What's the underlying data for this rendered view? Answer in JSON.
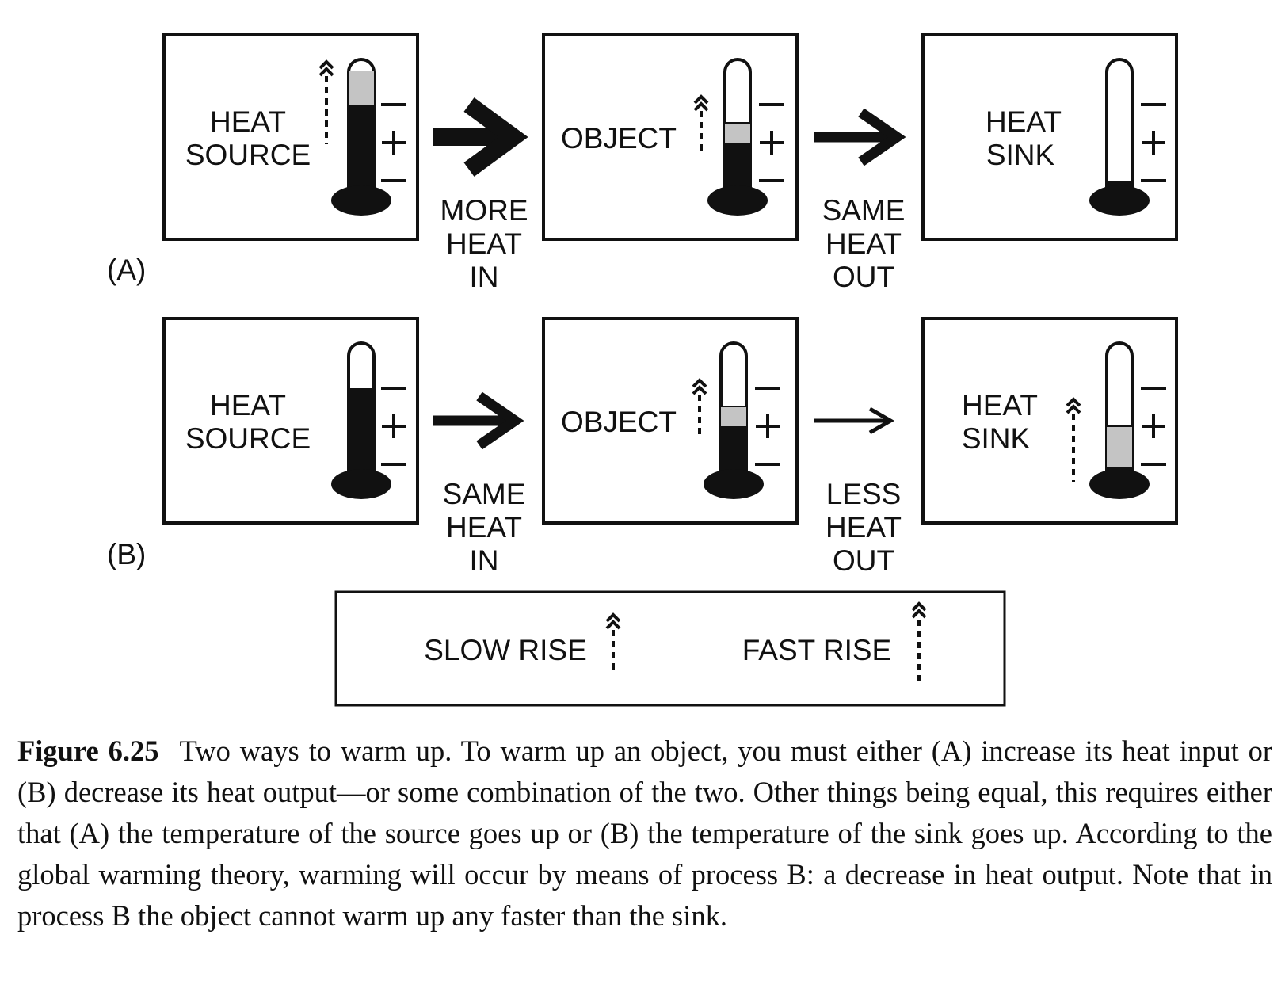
{
  "row_a": {
    "label": "(A)",
    "source": [
      "HEAT",
      "SOURCE"
    ],
    "object": "OBJECT",
    "sink": [
      "HEAT",
      "SINK"
    ],
    "arrow_in": [
      "MORE",
      "HEAT",
      "IN"
    ],
    "arrow_out": [
      "SAME",
      "HEAT",
      "OUT"
    ]
  },
  "row_b": {
    "label": "(B)",
    "source": [
      "HEAT",
      "SOURCE"
    ],
    "object": "OBJECT",
    "sink": [
      "HEAT",
      "SINK"
    ],
    "arrow_in": [
      "SAME",
      "HEAT",
      "IN"
    ],
    "arrow_out": [
      "LESS",
      "HEAT",
      "OUT"
    ]
  },
  "scale_marks": {
    "minus": "−",
    "plus": "+"
  },
  "legend": {
    "slow": "SLOW RISE",
    "fast": "FAST RISE"
  },
  "caption": {
    "figure_label": "Figure 6.25",
    "text": "Two ways to warm up. To warm up an object, you must either (A) increase its heat input or (B) decrease its heat output—or some combination of the two. Other things being equal, this requires either that (A) the temperature of the source goes up or (B) the temperature of the sink goes up. According to the global warming theory, warming will occur by means of process B: a decrease in heat output. Note that in process B the object cannot warm up any faster than the sink."
  },
  "colors": {
    "ink": "#111111",
    "rise_fill": "#c4c4c4",
    "paper": "#ffffff"
  }
}
